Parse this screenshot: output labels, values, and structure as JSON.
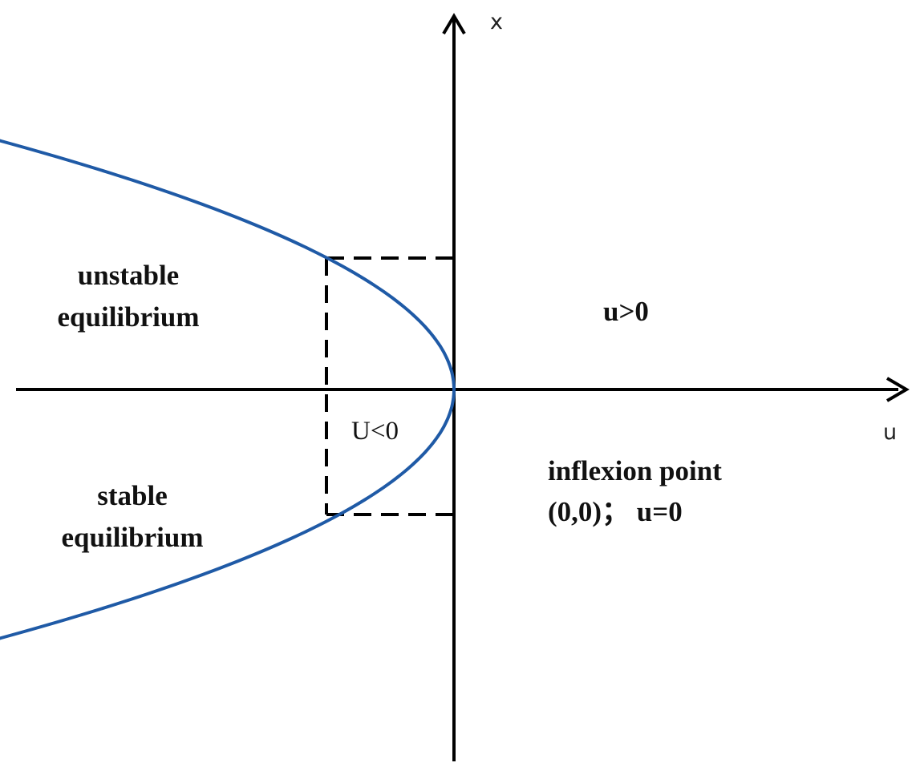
{
  "axes": {
    "x_axis_label": "u",
    "y_axis_label": "x"
  },
  "labels": {
    "unstable_line1": "unstable",
    "unstable_line2": "equilibrium",
    "stable_line1": "stable",
    "stable_line2": "equilibrium",
    "u_positive": "u>0",
    "u_negative": "U<0",
    "inflexion_line1": "inflexion point",
    "inflexion_line2": "(0,0)；  u=0"
  },
  "colors": {
    "curve": "#1f5aa6",
    "axes": "#000000",
    "guides": "#000000"
  }
}
